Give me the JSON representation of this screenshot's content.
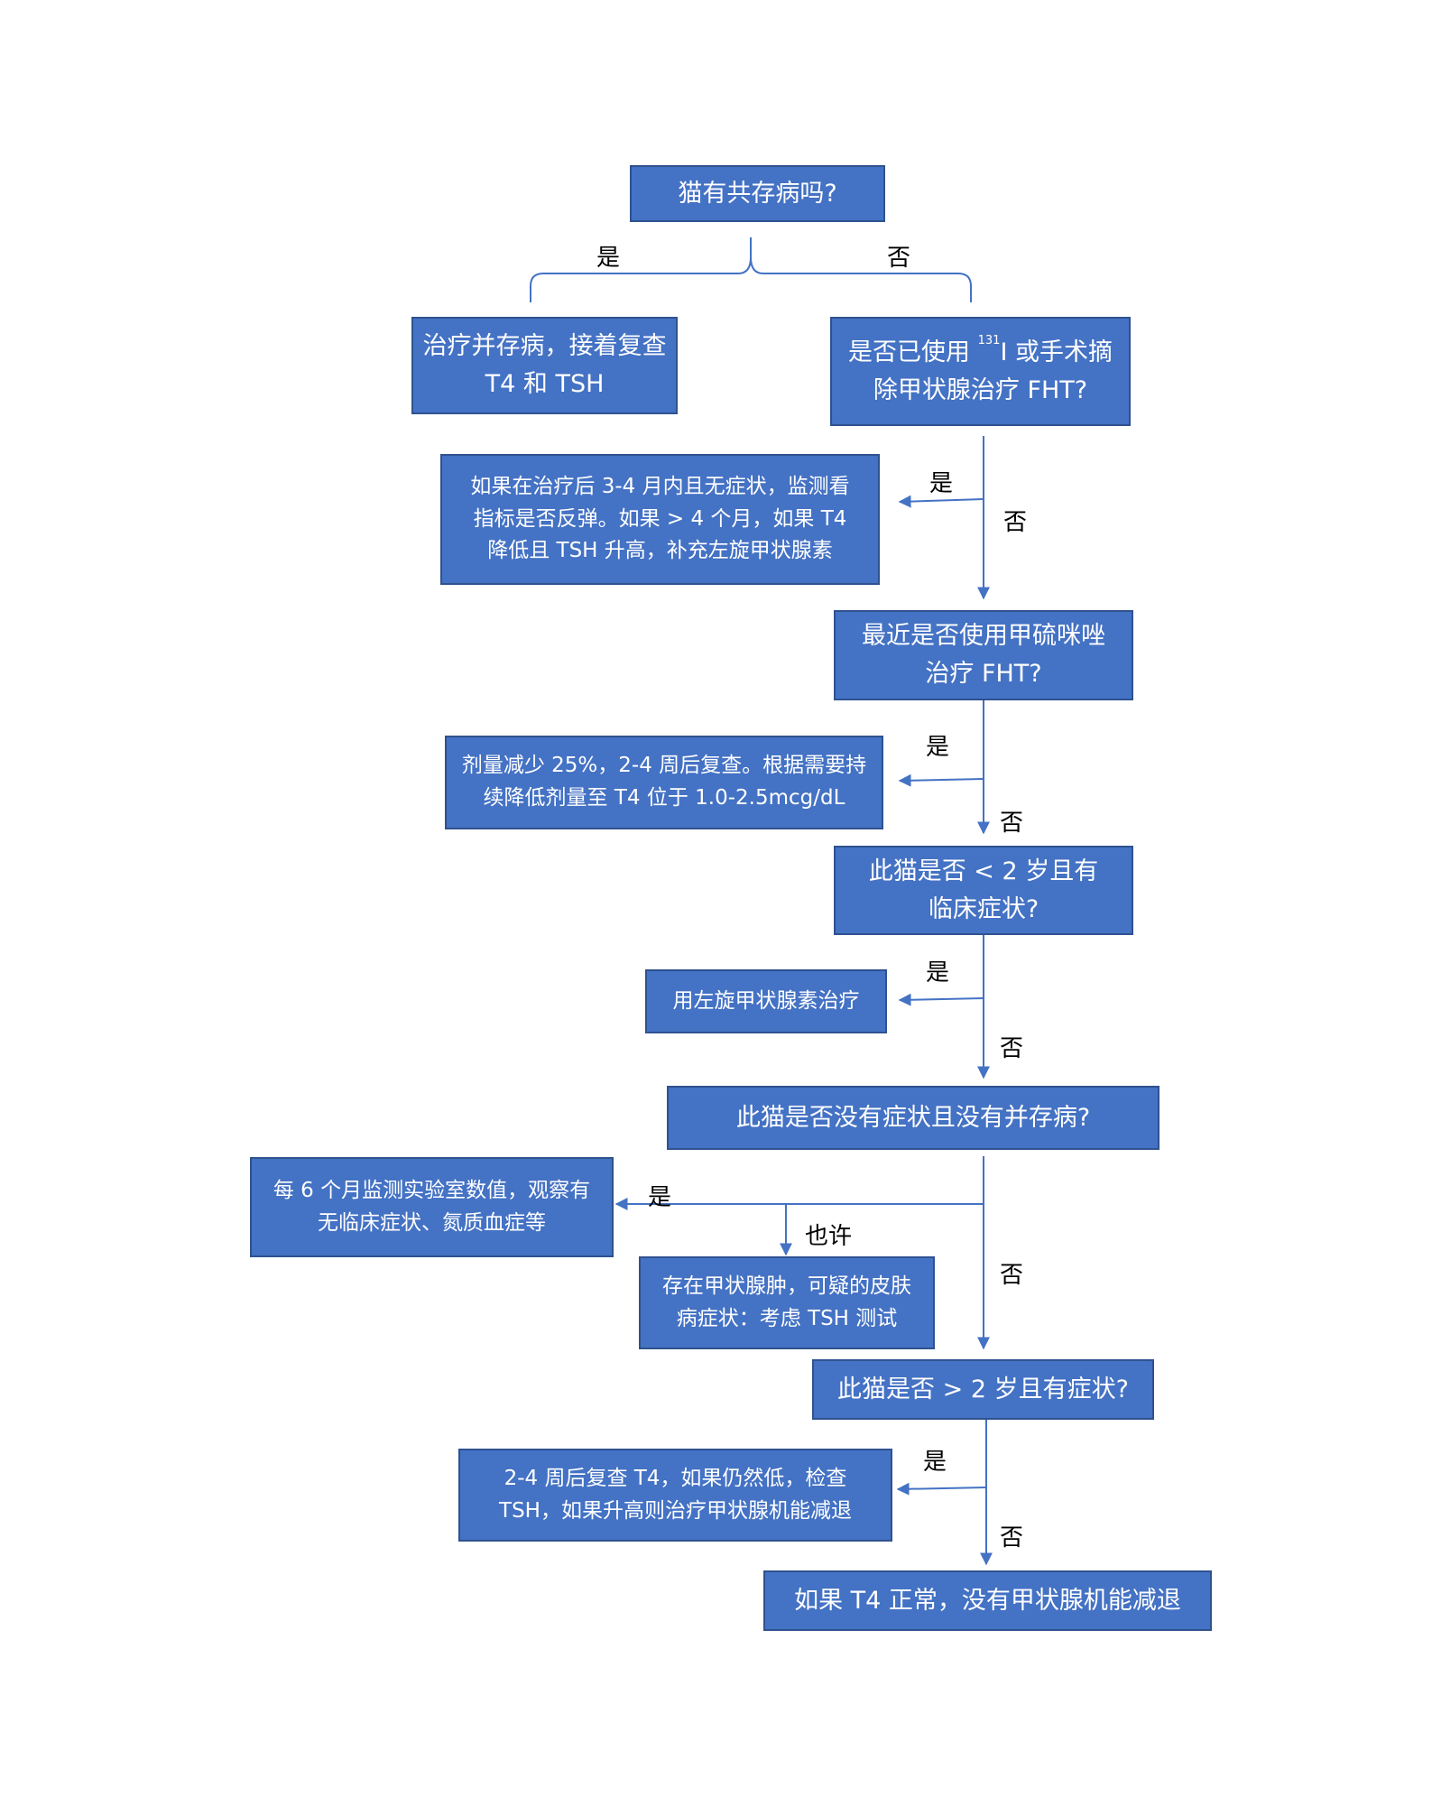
{
  "nodes": {
    "q1": {
      "text": "猫有共存病吗?"
    },
    "treat_comorbid": {
      "text": "治疗并存病，接着复查 T4 和 TSH"
    },
    "q2": {
      "pre": "是否已使用 ",
      "sup": "131",
      "post": "I 或手术摘除甲状腺治疗 FHT?"
    },
    "monitor_rebound": {
      "text": "如果在治疗后 3-4 月内且无症状，监测看指标是否反弹。如果 > 4 个月，如果 T4 降低且 TSH 升高，补充左旋甲状腺素"
    },
    "q3": {
      "text": "最近是否使用甲硫咪唑治疗 FHT?"
    },
    "reduce_dose": {
      "text": "剂量减少 25%，2-4 周后复查。根据需要持续降低剂量至 T4 位于 1.0-2.5mcg/dL"
    },
    "q4": {
      "text": "此猫是否 < 2 岁且有临床症状?"
    },
    "levo_treat": {
      "text": "用左旋甲状腺素治疗"
    },
    "q5": {
      "text": "此猫是否没有症状且没有并存病?"
    },
    "monitor_6m": {
      "text": "每 6 个月监测实验室数值，观察有无临床症状、氮质血症等"
    },
    "goiter": {
      "text": "存在甲状腺肿，可疑的皮肤病症状：考虑 TSH 测试"
    },
    "q6": {
      "text": "此猫是否 > 2 岁且有症状?"
    },
    "recheck_t4": {
      "text": "2-4 周后复查 T4，如果仍然低，检查 TSH，如果升高则治疗甲状腺机能减退"
    },
    "final": {
      "text": "如果 T4 正常，没有甲状腺机能减退"
    }
  },
  "labels": {
    "yes": "是",
    "no": "否",
    "maybe": "也许"
  },
  "colors": {
    "box_fill": "#4472c4",
    "box_border": "#2f528f",
    "connector": "#4472c4",
    "text_on_box": "#ffffff"
  }
}
